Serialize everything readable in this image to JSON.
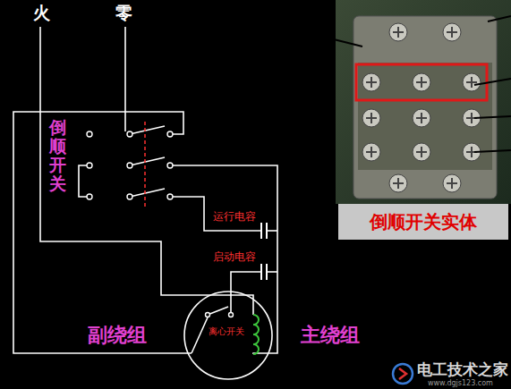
{
  "diagram": {
    "nodes": [
      {
        "text": [
          "离心开关"
        ]
      },
      {
        "text": [
          "倒顺开关实体"
        ]
      }
    ],
    "labels": [
      "火",
      "零",
      "倒顺开关",
      "运行电容",
      "启动电容",
      "副绕组",
      "主绕组",
      "电工技术之家",
      "www.dgjs123.com"
    ]
  }
}
